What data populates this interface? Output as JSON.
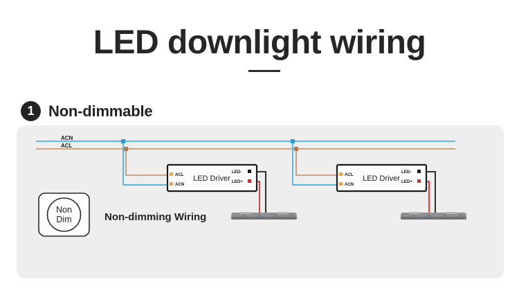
{
  "page": {
    "title": "LED downlight wiring"
  },
  "section": {
    "step_number": "1",
    "label": "Non-dimmable"
  },
  "diagram": {
    "mains": {
      "neutral_label": "ACN",
      "live_label": "ACL",
      "neutral_color": "#5bb7e0",
      "live_color": "#c08a63"
    },
    "callout": "Non-dimming Wiring",
    "dim_module": {
      "line1": "Non",
      "line2": "Dim"
    },
    "drivers": [
      {
        "title": "LED Driver",
        "inputs": [
          {
            "label": "ACL",
            "color": "#f2a33c"
          },
          {
            "label": "ACN",
            "color": "#f2a33c"
          }
        ],
        "outputs": [
          {
            "label": "LED-",
            "color": "#1a1a1a"
          },
          {
            "label": "LED+",
            "color": "#e02b2b"
          }
        ]
      },
      {
        "title": "LED Driver",
        "inputs": [
          {
            "label": "ACL",
            "color": "#f2a33c"
          },
          {
            "label": "ACN",
            "color": "#f2a33c"
          }
        ],
        "outputs": [
          {
            "label": "LED-",
            "color": "#1a1a1a"
          },
          {
            "label": "LED+",
            "color": "#e02b2b"
          }
        ]
      }
    ],
    "output_wires": {
      "negative_color": "#1a1a1a",
      "positive_color": "#e02b2b"
    },
    "fixture_color": "#8e9194"
  },
  "colors": {
    "panel_background": "#eeeeee",
    "text_primary": "#232323",
    "page_background": "#ffffff"
  }
}
